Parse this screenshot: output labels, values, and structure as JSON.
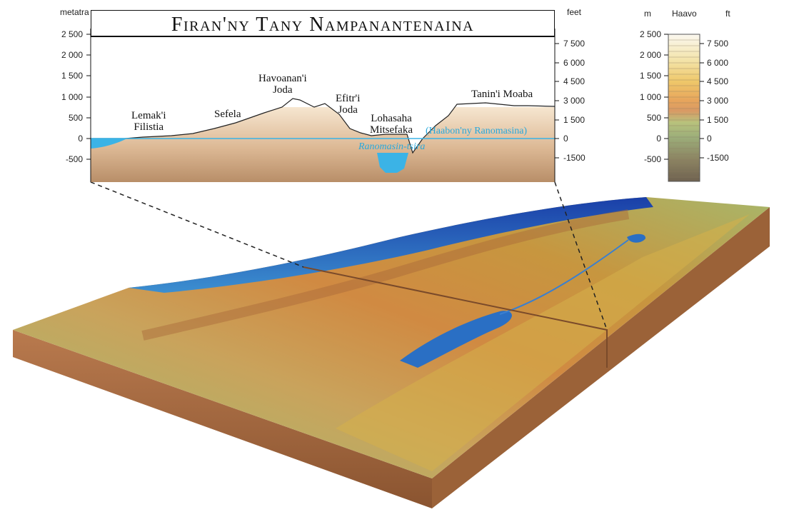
{
  "profile": {
    "title": "Firan'ny Tany Nampanantenaina",
    "left_axis_unit": "metatra",
    "right_axis_unit": "feet",
    "left_ticks": [
      "2 500",
      "2 000",
      "1 500",
      "1 000",
      "500",
      "0",
      "-500"
    ],
    "right_ticks": [
      "7 500",
      "6 000",
      "4 500",
      "3 000",
      "1 500",
      "0",
      "-1500"
    ],
    "places": [
      {
        "name": "Lemak'i\nFilistia"
      },
      {
        "name": "Sefela"
      },
      {
        "name": "Havoanan'i\nJoda"
      },
      {
        "name": "Efitr'i\nJoda"
      },
      {
        "name": "Lohasaha\nMitsefaka"
      },
      {
        "name": "Tanin'i Moaba"
      }
    ],
    "water_labels": {
      "sea_level": "(Haabon'ny Ranomasina)",
      "dead_sea": "Ranomasin-tsira"
    }
  },
  "legend": {
    "title": "Haavo",
    "unit_m": "m",
    "unit_ft": "ft",
    "m_ticks": [
      "2 500",
      "2 000",
      "1 500",
      "1 000",
      "500",
      "0",
      "-500"
    ],
    "ft_ticks": [
      "7 500",
      "6 000",
      "4 500",
      "3 000",
      "1 500",
      "0",
      "-1500"
    ]
  },
  "colors": {
    "sea": "#1f5fb8",
    "water_label": "#29a8dc",
    "soil": "#c69a72",
    "lowland": "#a8c27a",
    "highland": "#c8843e"
  }
}
